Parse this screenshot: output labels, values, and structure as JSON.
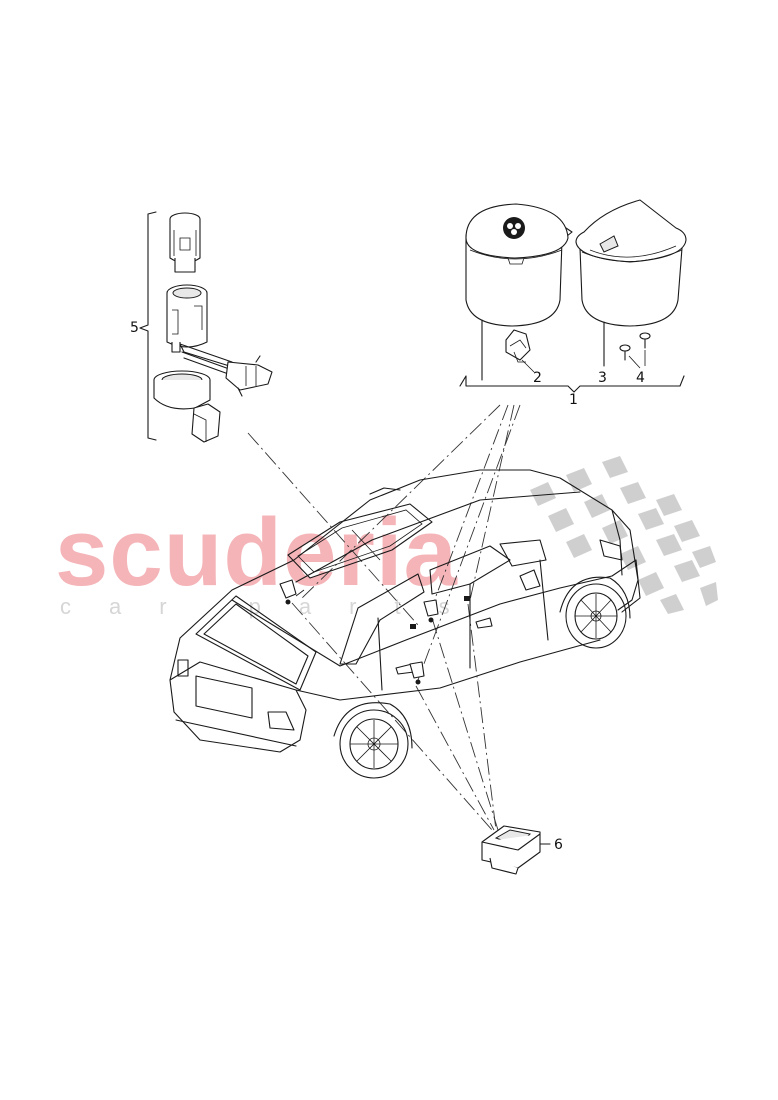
{
  "watermark": {
    "main": "scuderia",
    "sub": "car parts",
    "main_color": "#f4b4b8",
    "sub_color": "#d6d6d6",
    "flag_color": "#cfcfcf"
  },
  "callouts": {
    "c1": "1",
    "c2": "2",
    "c3": "3",
    "c4": "4",
    "c5": "5",
    "c6": "6"
  }
}
